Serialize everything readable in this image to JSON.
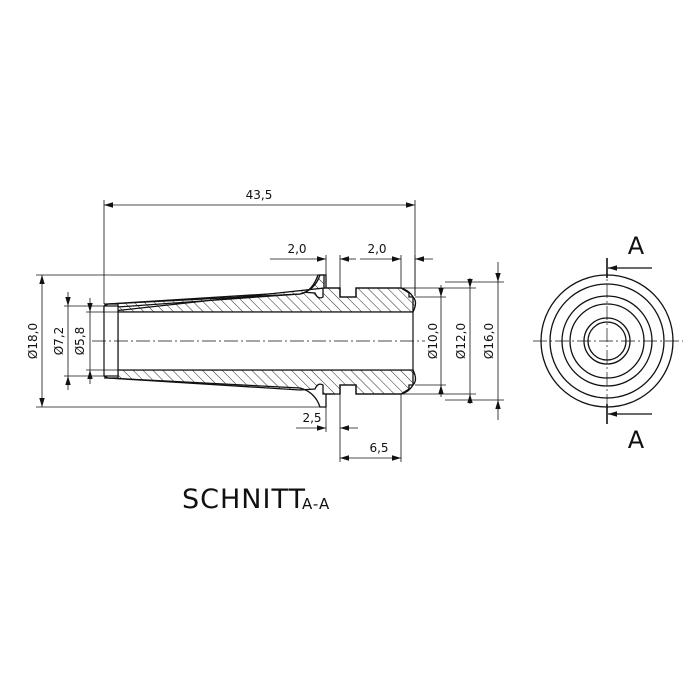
{
  "drawing": {
    "title_main": "SCHNITT",
    "title_sub": "A-A",
    "section_label_top": "A",
    "section_label_bottom": "A",
    "dimensions": {
      "overall_length": "43,5",
      "groove_width_left": "2,0",
      "groove_width_right": "2,0",
      "groove_offset_bottom": "2,5",
      "end_length": "6,5",
      "outer_diameter": "Ø18,0",
      "bore_diameter_outer": "Ø7,2",
      "bore_diameter_inner": "Ø5,8",
      "diameter_10": "Ø10,0",
      "diameter_12": "Ø12,0",
      "diameter_16": "Ø16,0"
    }
  }
}
